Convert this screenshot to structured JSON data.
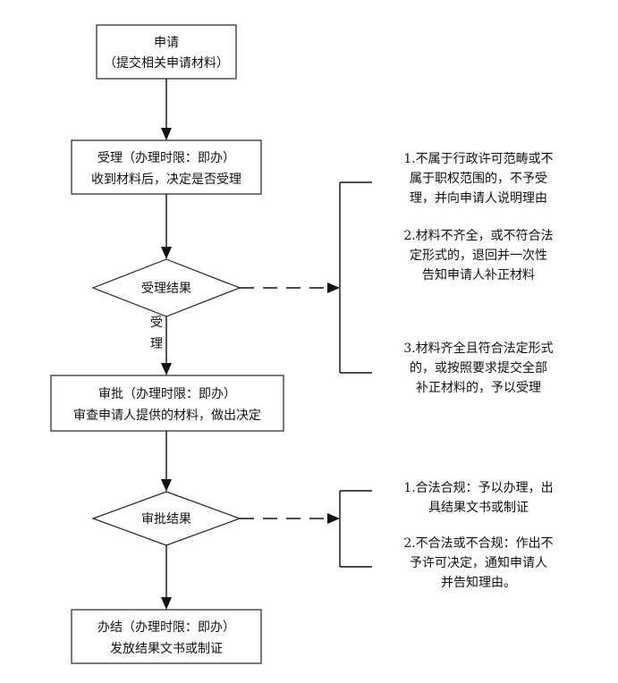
{
  "steps": {
    "apply": {
      "line1": "申请",
      "line2": "（提交相关申请材料）"
    },
    "accept": {
      "line1": "受理（办理时限：即办）",
      "line2": "收到材料后，决定是否受理"
    },
    "accept_result": {
      "label": "受理结果",
      "branch_label_1": "受",
      "branch_label_2": "理"
    },
    "review": {
      "line1": "审批（办理时限：即办）",
      "line2": "审查申请人提供的材料，做出决定"
    },
    "review_result": {
      "label": "审批结果"
    },
    "complete": {
      "line1": "办结（办理时限：即办）",
      "line2": "发放结果文书或制证"
    }
  },
  "accept_outcomes": [
    {
      "lines": [
        "1.不属于行政许可范畴或不",
        "属于职权范围的，不予受",
        "理，并向申请人说明理由"
      ]
    },
    {
      "lines": [
        "2.材料不齐全，或不符合法",
        "定形式的，退回并一次性",
        "告知申请人补正材料"
      ]
    },
    {
      "lines": [
        "3.材料齐全且符合法定形式",
        "的，或按照要求提交全部",
        "补正材料的，予以受理"
      ]
    }
  ],
  "review_outcomes": [
    {
      "lines": [
        "1.合法合规：予以办理，出",
        "具结果文书或制证"
      ]
    },
    {
      "lines": [
        "2.不合法或不合规：作出不",
        "予许可决定，通知申请人",
        "并告知理由。"
      ]
    }
  ]
}
